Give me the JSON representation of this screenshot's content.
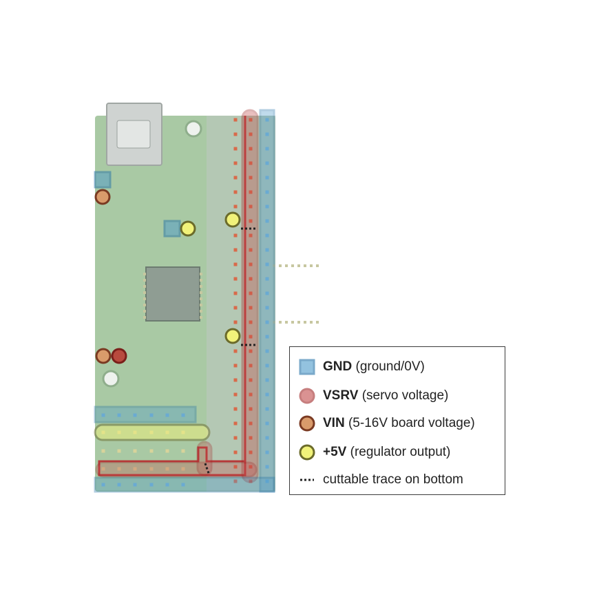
{
  "colors": {
    "gnd": "#2f87b8",
    "vsrv": "#b83a3a",
    "vin": "#c98858",
    "v5": "#e8ea4a",
    "board": "#a9c9a4",
    "trace": "#222222"
  },
  "legend": {
    "items": [
      {
        "key": "gnd",
        "symbol": "square",
        "bold": "GND",
        "desc": "(ground/0V)"
      },
      {
        "key": "vsrv",
        "symbol": "circle",
        "bold": "VSRV",
        "desc": "(servo voltage)"
      },
      {
        "key": "vin",
        "symbol": "circle",
        "bold": "VIN",
        "desc": "(5-16V board voltage)"
      },
      {
        "key": "v5",
        "symbol": "circle",
        "bold": "+5V",
        "desc": "(regulator output)"
      },
      {
        "key": "trace",
        "symbol": "dots",
        "bold": "",
        "desc": "cuttable trace on bottom"
      }
    ]
  }
}
